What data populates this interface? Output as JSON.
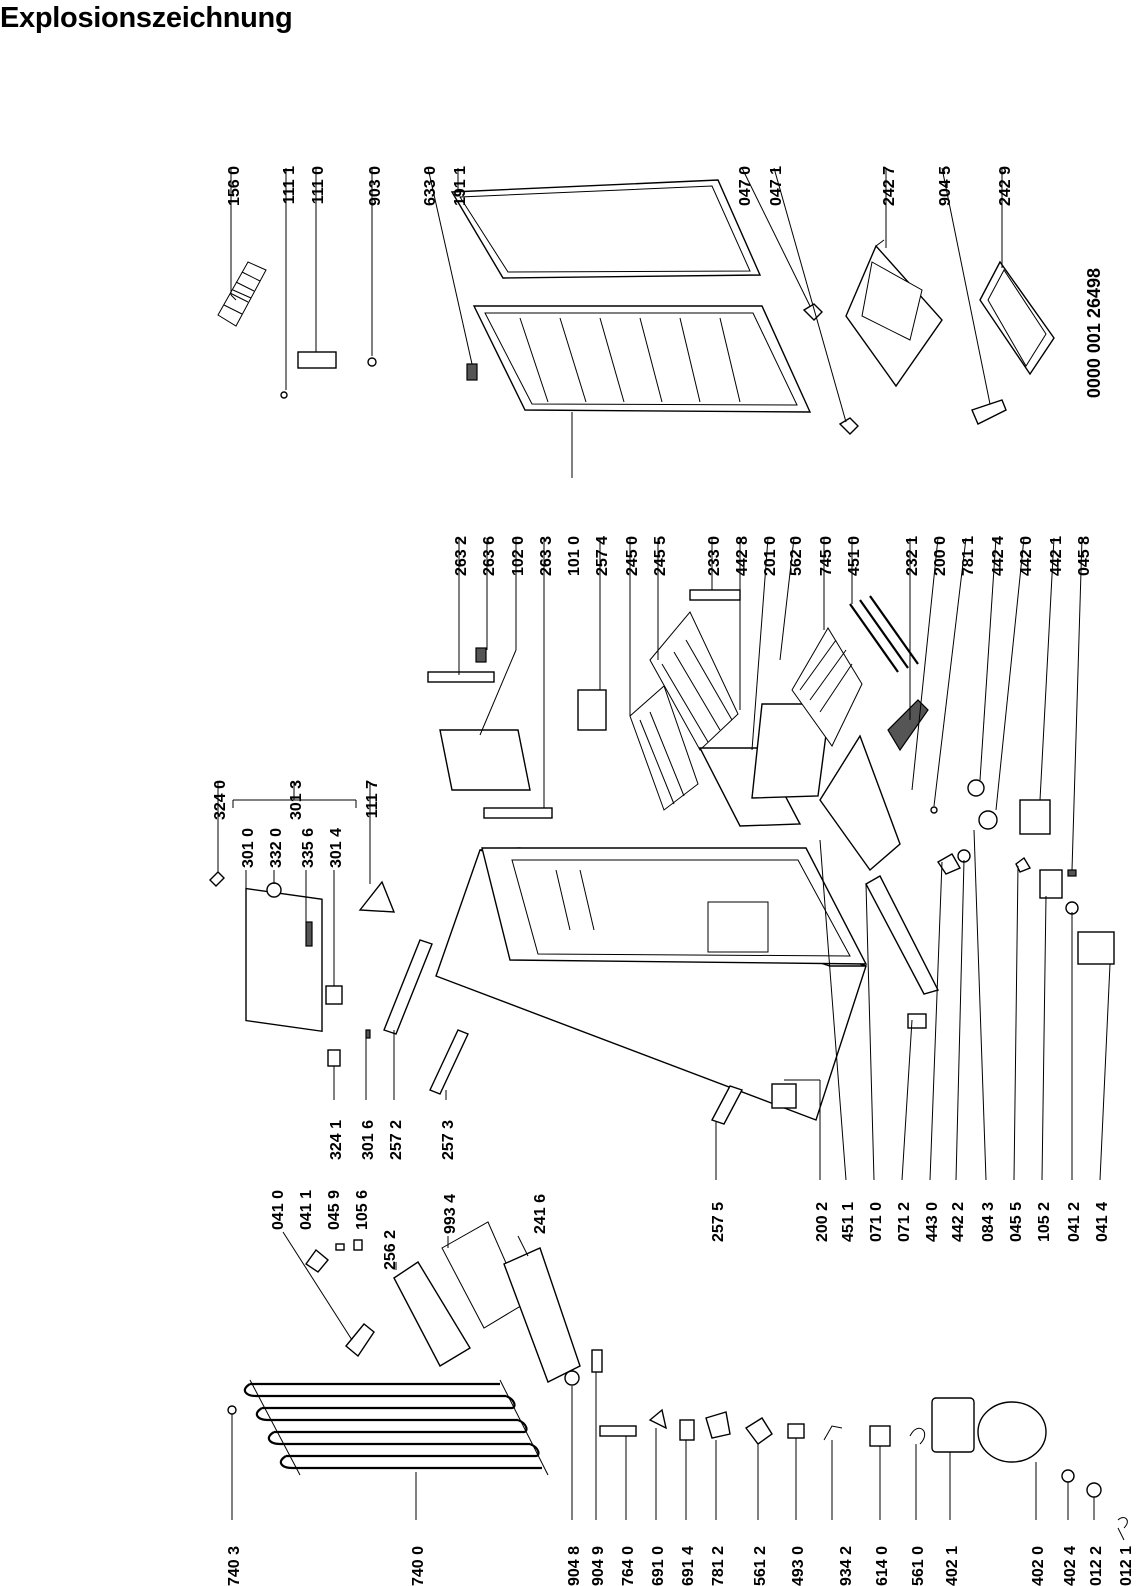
{
  "title": "Explosionszeichnung",
  "doc_number": "0000 001 26498",
  "top_labels": [
    {
      "id": "p1560",
      "text": "156 0"
    },
    {
      "id": "p1111",
      "text": "111 1"
    },
    {
      "id": "p1110",
      "text": "111 0"
    },
    {
      "id": "p9030",
      "text": "903 0"
    },
    {
      "id": "p6330",
      "text": "633 0"
    },
    {
      "id": "p1911",
      "text": "191 1"
    },
    {
      "id": "p0470",
      "text": "047 0"
    },
    {
      "id": "p0471",
      "text": "047 1"
    },
    {
      "id": "p2427",
      "text": "242 7"
    },
    {
      "id": "p9045",
      "text": "904 5"
    },
    {
      "id": "p2429",
      "text": "242 9"
    }
  ],
  "middle_labels": [
    {
      "id": "p2632",
      "text": "263 2"
    },
    {
      "id": "p2636",
      "text": "263 6"
    },
    {
      "id": "p1020",
      "text": "102 0"
    },
    {
      "id": "p2633",
      "text": "263 3"
    },
    {
      "id": "p1010",
      "text": "101 0"
    },
    {
      "id": "p2574",
      "text": "257 4"
    },
    {
      "id": "p2450",
      "text": "245 0"
    },
    {
      "id": "p2455",
      "text": "245 5"
    },
    {
      "id": "p2330",
      "text": "233 0"
    },
    {
      "id": "p4428",
      "text": "442 8"
    },
    {
      "id": "p2010",
      "text": "201 0"
    },
    {
      "id": "p5620",
      "text": "562 0"
    },
    {
      "id": "p7450",
      "text": "745 0"
    },
    {
      "id": "p4510",
      "text": "451 0"
    },
    {
      "id": "p2321",
      "text": "232 1"
    },
    {
      "id": "p2000",
      "text": "200 0"
    },
    {
      "id": "p7811",
      "text": "781 1"
    },
    {
      "id": "p4424",
      "text": "442 4"
    },
    {
      "id": "p4420",
      "text": "442 0"
    },
    {
      "id": "p4421",
      "text": "442 1"
    },
    {
      "id": "p0458",
      "text": "045 8"
    }
  ],
  "upper_group_labels": [
    {
      "id": "p3240",
      "text": "324 0"
    },
    {
      "id": "p3010",
      "text": "301 0"
    },
    {
      "id": "p3320",
      "text": "332 0"
    },
    {
      "id": "p3356",
      "text": "335 6"
    },
    {
      "id": "p3014",
      "text": "301 4"
    },
    {
      "id": "p3013",
      "text": "301 3"
    },
    {
      "id": "p1117",
      "text": "111 7"
    }
  ],
  "lower_mid_labels": [
    {
      "id": "p3241",
      "text": "324 1"
    },
    {
      "id": "p3016",
      "text": "301 6"
    },
    {
      "id": "p2572",
      "text": "257 2"
    },
    {
      "id": "p2573",
      "text": "257 3"
    },
    {
      "id": "p2575",
      "text": "257 5"
    },
    {
      "id": "p2002",
      "text": "200 2"
    },
    {
      "id": "p4511",
      "text": "451 1"
    },
    {
      "id": "p0710",
      "text": "071 0"
    },
    {
      "id": "p0712",
      "text": "071 2"
    },
    {
      "id": "p4430",
      "text": "443 0"
    },
    {
      "id": "p4422",
      "text": "442 2"
    },
    {
      "id": "p0843",
      "text": "084 3"
    },
    {
      "id": "p0455",
      "text": "045 5"
    },
    {
      "id": "p1052",
      "text": "105 2"
    },
    {
      "id": "p0412",
      "text": "041 2"
    },
    {
      "id": "p0414",
      "text": "041 4"
    }
  ],
  "left_group_labels": [
    {
      "id": "p0410",
      "text": "041 0"
    },
    {
      "id": "p0411",
      "text": "041 1"
    },
    {
      "id": "p0459",
      "text": "045 9"
    },
    {
      "id": "p1056",
      "text": "105 6"
    },
    {
      "id": "p2562",
      "text": "256 2"
    },
    {
      "id": "p9934",
      "text": "993 4"
    },
    {
      "id": "p2416",
      "text": "241 6"
    }
  ],
  "bottom_labels": [
    {
      "id": "p7403",
      "text": "740 3"
    },
    {
      "id": "p7400",
      "text": "740 0"
    },
    {
      "id": "p9048",
      "text": "904 8"
    },
    {
      "id": "p9049",
      "text": "904 9"
    },
    {
      "id": "p7640",
      "text": "764 0"
    },
    {
      "id": "p6910",
      "text": "691 0"
    },
    {
      "id": "p6914",
      "text": "691 4"
    },
    {
      "id": "p7812",
      "text": "781 2"
    },
    {
      "id": "p5612",
      "text": "561 2"
    },
    {
      "id": "p4930",
      "text": "493 0"
    },
    {
      "id": "p9342",
      "text": "934 2"
    },
    {
      "id": "p6140",
      "text": "614 0"
    },
    {
      "id": "p5610",
      "text": "561 0"
    },
    {
      "id": "p4021",
      "text": "402 1"
    },
    {
      "id": "p4020",
      "text": "402 0"
    },
    {
      "id": "p4024",
      "text": "402 4"
    },
    {
      "id": "p0122",
      "text": "012 2"
    },
    {
      "id": "p0121",
      "text": "012 1"
    }
  ]
}
